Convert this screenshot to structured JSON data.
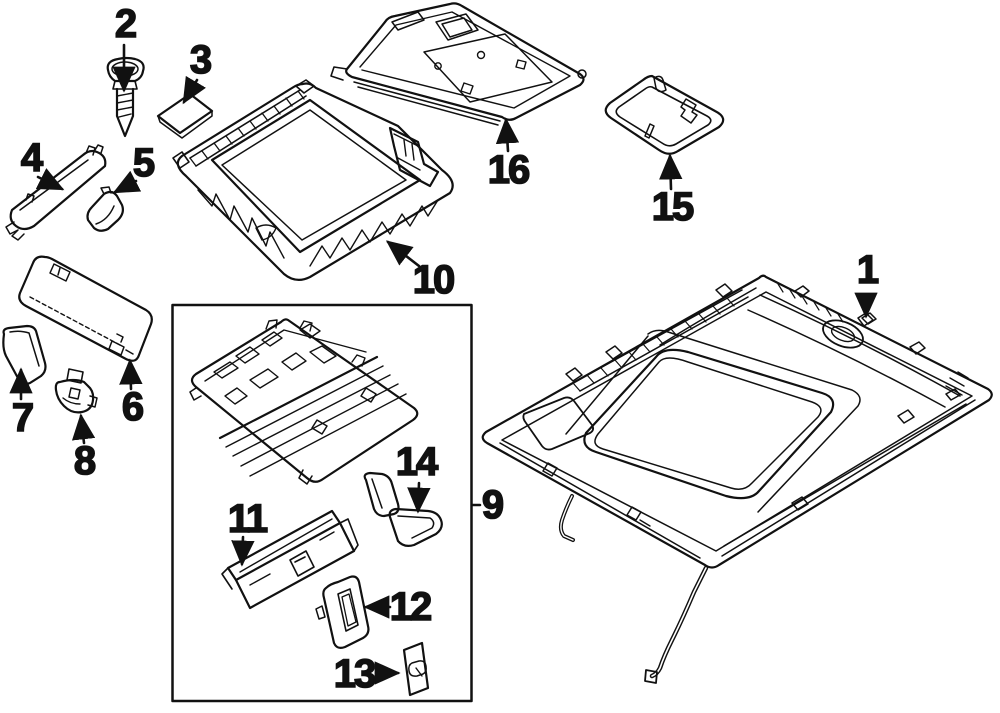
{
  "colors": {
    "background": "#ffffff",
    "line": "#111111"
  },
  "callouts": [
    {
      "num": "1"
    },
    {
      "num": "2"
    },
    {
      "num": "3"
    },
    {
      "num": "4"
    },
    {
      "num": "5"
    },
    {
      "num": "6"
    },
    {
      "num": "7"
    },
    {
      "num": "8"
    },
    {
      "num": "9"
    },
    {
      "num": "10"
    },
    {
      "num": "11"
    },
    {
      "num": "12"
    },
    {
      "num": "13"
    },
    {
      "num": "14"
    },
    {
      "num": "15"
    },
    {
      "num": "16"
    }
  ]
}
